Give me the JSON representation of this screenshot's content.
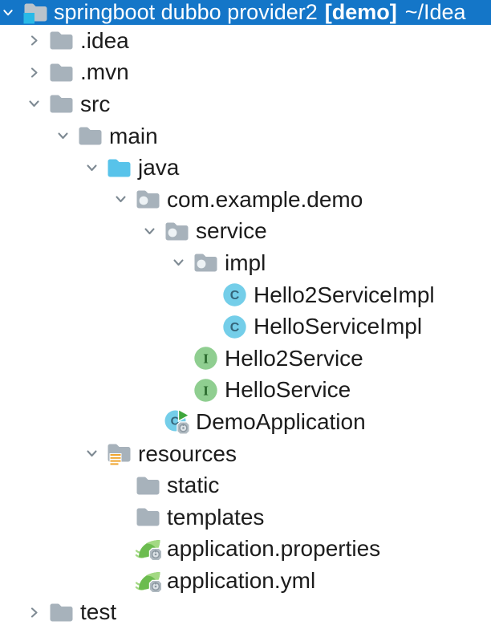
{
  "titlebar": {
    "project_name": "springboot dubbo provider2",
    "module_badge": "[demo]",
    "path": "~/Idea",
    "chevron": "expanded",
    "icon": "project-folder"
  },
  "tree": {
    "items": [
      {
        "label": ".idea",
        "level": 1,
        "chevron": "collapsed",
        "icon": "folder"
      },
      {
        "label": ".mvn",
        "level": 1,
        "chevron": "collapsed",
        "icon": "folder"
      },
      {
        "label": "src",
        "level": 1,
        "chevron": "expanded",
        "icon": "folder"
      },
      {
        "label": "main",
        "level": 2,
        "chevron": "expanded",
        "icon": "folder"
      },
      {
        "label": "java",
        "level": 3,
        "chevron": "expanded",
        "icon": "folder-source"
      },
      {
        "label": "com.example.demo",
        "level": 4,
        "chevron": "expanded",
        "icon": "package"
      },
      {
        "label": "service",
        "level": 5,
        "chevron": "expanded",
        "icon": "package"
      },
      {
        "label": "impl",
        "level": 6,
        "chevron": "expanded",
        "icon": "package"
      },
      {
        "label": "Hello2ServiceImpl",
        "level": 7,
        "chevron": "none",
        "icon": "class"
      },
      {
        "label": "HelloServiceImpl",
        "level": 7,
        "chevron": "none",
        "icon": "class"
      },
      {
        "label": "Hello2Service",
        "level": 6,
        "chevron": "none",
        "icon": "interface"
      },
      {
        "label": "HelloService",
        "level": 6,
        "chevron": "none",
        "icon": "interface"
      },
      {
        "label": "DemoApplication",
        "level": 5,
        "chevron": "none",
        "icon": "class-runnable"
      },
      {
        "label": "resources",
        "level": 3,
        "chevron": "expanded",
        "icon": "folder-resources"
      },
      {
        "label": "static",
        "level": 4,
        "chevron": "none",
        "icon": "folder"
      },
      {
        "label": "templates",
        "level": 4,
        "chevron": "none",
        "icon": "folder"
      },
      {
        "label": "application.properties",
        "level": 4,
        "chevron": "none",
        "icon": "spring-config"
      },
      {
        "label": "application.yml",
        "level": 4,
        "chevron": "none",
        "icon": "spring-config"
      },
      {
        "label": "test",
        "level": 1,
        "chevron": "collapsed",
        "icon": "folder"
      }
    ]
  },
  "colors": {
    "selection_bg": "#1476C8",
    "selection_text": "#FFFFFF",
    "row_text": "#1C1C1C",
    "chevron": "#7E8A93",
    "folder": "#A7B2BB",
    "source_root_folder": "#58C3EA",
    "package_dot": "#EDF2F5",
    "resource_stripe": "#EFA52F",
    "class_fill": "#74CEE9",
    "class_letter": "#35657A",
    "interface_fill": "#8FCE90",
    "interface_letter": "#27672A",
    "run_triangle": "#3EA63C",
    "spring_leaf": "#6CBC4F",
    "spring_leaf_light": "#A3D983",
    "gear": "#B0BAC1",
    "gear_center": "#DDE3E7",
    "gear_dark": "#8C98A1",
    "project_folder": "#BAC3CB",
    "project_accent": "#29B9E7"
  }
}
